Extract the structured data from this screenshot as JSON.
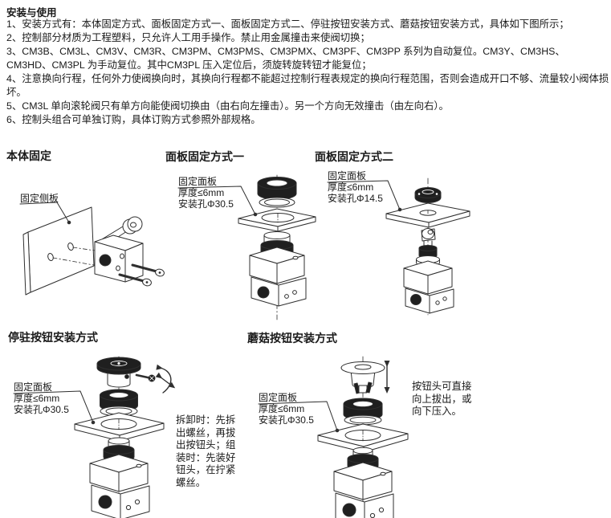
{
  "colors": {
    "text": "#1a1a1a",
    "line": "#2f2f2f",
    "dark_fill": "#1f1f1f",
    "background": "#ffffff"
  },
  "document": {
    "title": "安装与使用",
    "notes": [
      "1、安装方式有：本体固定方式、面板固定方式一、面板固定方式二、停驻按钮安装方式、蘑菇按钮安装方式，具体如下图所示；",
      "2、控制部分材质为工程塑料，只允许人工用手操作。禁止用金属撞击来使阀切换；",
      "3、CM3B、CM3L、CM3V、CM3R、CM3PM、CM3PMS、CM3PMX、CM3PF、CM3PP 系列为自动复位。CM3Y、CM3HS、CM3HD、CM3PL 为手动复位。其中CM3PL 压入定位后，须旋转旋转钮才能复位；",
      "4、注意换向行程，任何外力使阀换向时，其换向行程都不能超过控制行程表规定的换向行程范围，否则会造成开口不够、流量较小阀体损坏。",
      "5、CM3L 单向滚轮阀只有单方向能使阀切换由（由右向左撞击）。另一个方向无效撞击（由左向右）。",
      "6、控制头组合可单独订购，具体订购方式参照外部规格。"
    ]
  },
  "sections": {
    "body_fix": {
      "heading": "本体固定",
      "labels": [
        "固定侧板"
      ]
    },
    "panel1": {
      "heading": "面板固定方式一",
      "labels": [
        "固定面板",
        "厚度≤6mm",
        "安装孔Φ30.5"
      ]
    },
    "panel2": {
      "heading": "面板固定方式二",
      "labels": [
        "固定面板",
        "厚度≤6mm",
        "安装孔Φ14.5"
      ]
    },
    "parking": {
      "heading": "停驻按钮安装方式",
      "labels": [
        "固定面板",
        "厚度≤6mm",
        "安装孔Φ30.5"
      ],
      "note": "拆卸时：先拆出螺丝，再拔出按钮头；组装时：先装好钮头，在拧紧螺丝。"
    },
    "mushroom": {
      "heading": "蘑菇按钮安装方式",
      "labels": [
        "固定面板",
        "厚度≤6mm",
        "安装孔Φ30.5"
      ],
      "note": "按钮头可直接向上拔出，或向下压入。"
    }
  }
}
